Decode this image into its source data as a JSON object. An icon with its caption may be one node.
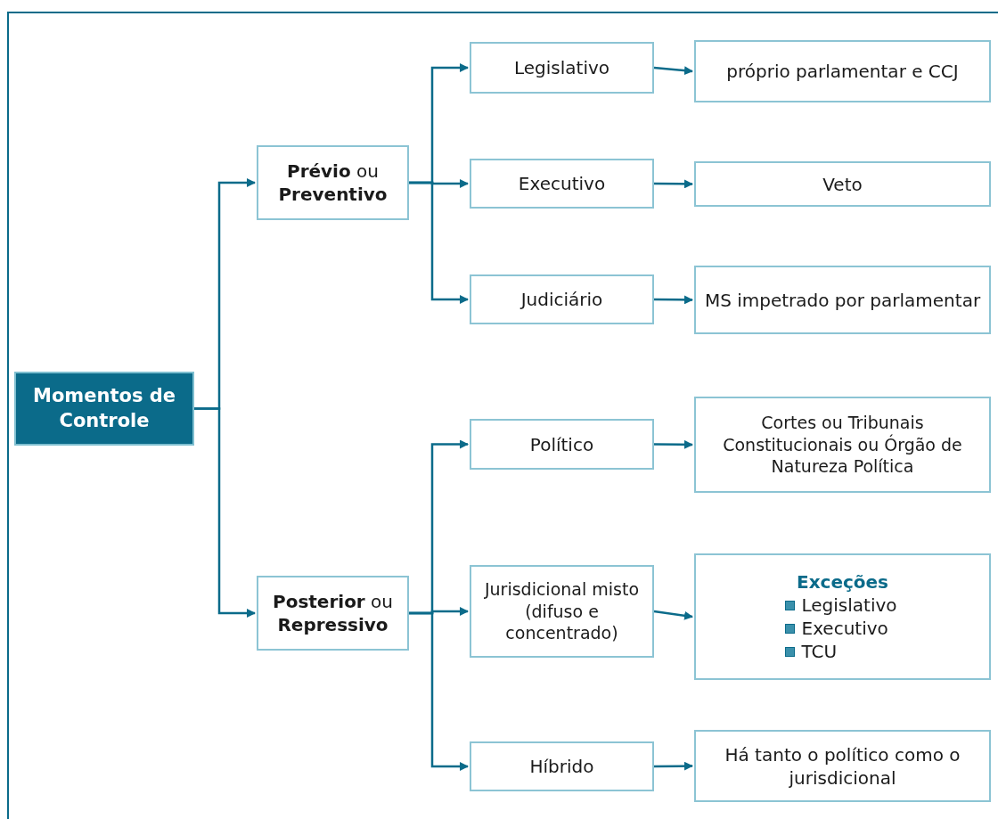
{
  "diagram": {
    "nodes": [
      {
        "text": [
          "Momentos de Controle"
        ]
      },
      {
        "text": [
          "**Prévio** ou **Preventivo**"
        ]
      },
      {
        "text": [
          "**Posterior** ou **Repressivo**"
        ]
      },
      {
        "text": [
          "Legislativo"
        ]
      },
      {
        "text": [
          "Executivo"
        ]
      },
      {
        "text": [
          "Judiciário"
        ]
      },
      {
        "text": [
          "Político"
        ]
      },
      {
        "text": [
          "Jurisdicional misto (difuso e concentrado)"
        ]
      },
      {
        "text": [
          "Híbrido"
        ]
      },
      {
        "text": [
          "próprio parlamentar e CCJ"
        ]
      },
      {
        "text": [
          "Veto"
        ]
      },
      {
        "text": [
          "MS impetrado por parlamentar"
        ]
      },
      {
        "text": [
          "Cortes ou Tribunais Constitucionais ou Órgão de Natureza Política"
        ]
      },
      {
        "text": [
          "Exceções",
          "Legislativo",
          "Executivo",
          "TCU"
        ]
      },
      {
        "text": [
          "Há tanto o político como o jurisdicional"
        ]
      }
    ],
    "edges": [
      {
        "from": 0,
        "to": 1,
        "arrow": "to"
      },
      {
        "from": 0,
        "to": 2,
        "arrow": "to"
      },
      {
        "from": 1,
        "to": 3,
        "arrow": "to"
      },
      {
        "from": 1,
        "to": 4,
        "arrow": "to"
      },
      {
        "from": 1,
        "to": 5,
        "arrow": "to"
      },
      {
        "from": 2,
        "to": 6,
        "arrow": "to"
      },
      {
        "from": 2,
        "to": 7,
        "arrow": "to"
      },
      {
        "from": 2,
        "to": 8,
        "arrow": "to"
      },
      {
        "from": 3,
        "to": 9,
        "arrow": "to"
      },
      {
        "from": 4,
        "to": 10,
        "arrow": "to"
      },
      {
        "from": 5,
        "to": 11,
        "arrow": "to"
      },
      {
        "from": 6,
        "to": 12,
        "arrow": "to"
      },
      {
        "from": 7,
        "to": 13,
        "arrow": "to"
      },
      {
        "from": 8,
        "to": 14,
        "arrow": "to"
      }
    ]
  }
}
